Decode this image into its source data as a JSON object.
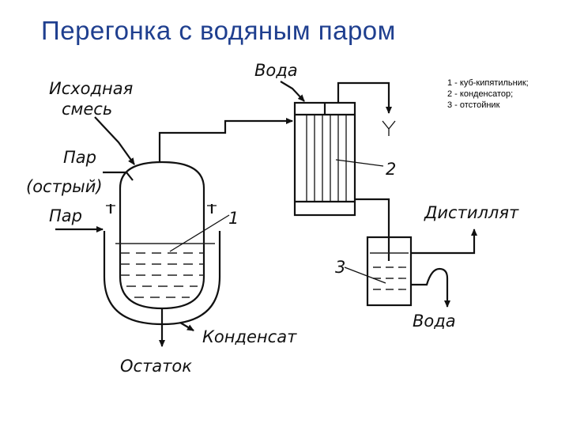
{
  "title": "Перегонка с водяным паром",
  "legend": [
    "1 - куб-кипятильник;",
    "2 - конденсатор;",
    "3 - отстойник"
  ],
  "labels": {
    "feed": "Исходная смесь",
    "feed_line1": "Исходная",
    "feed_line2": "смесь",
    "live_steam_line1": "Пар",
    "live_steam_line2": "(острый)",
    "steam": "Пар",
    "water_in": "Вода",
    "distillate": "Дистиллят",
    "water_out": "Вода",
    "condensate": "Конденсат",
    "residue": "Остаток",
    "num_1": "1",
    "num_2": "2",
    "num_3": "3"
  }
}
